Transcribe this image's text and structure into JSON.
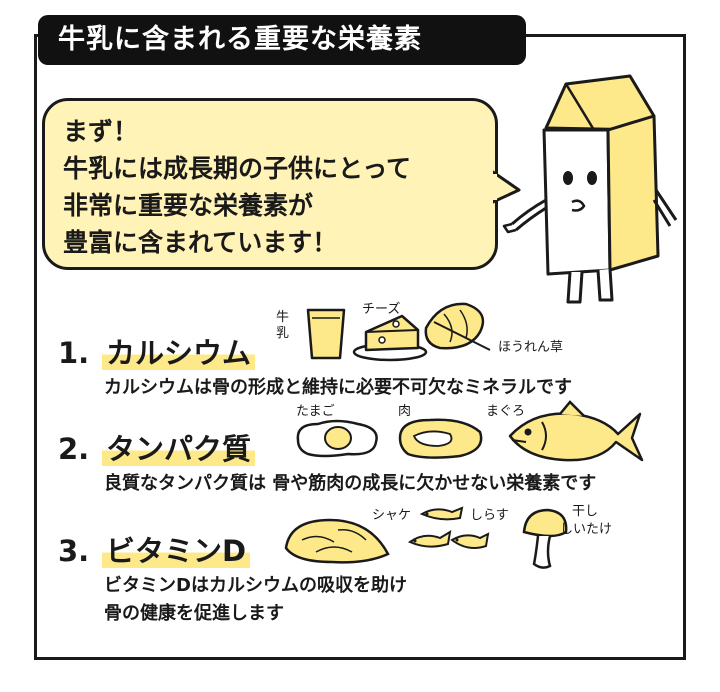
{
  "title": "牛乳に含まれる重要な栄養素",
  "bubble": {
    "lines": [
      "まず！",
      "牛乳には成長期の子供にとって",
      "非常に重要な栄養素が",
      "豊富に含まれています！"
    ]
  },
  "items": [
    {
      "number": "1.",
      "name": "カルシウム",
      "description": [
        "カルシウムは骨の形成と維持に必要不可欠なミネラルです"
      ],
      "foods": [
        "牛乳",
        "チーズ",
        "ほうれん草"
      ]
    },
    {
      "number": "2.",
      "name": "タンパク質",
      "description": [
        "良質なタンパク質は 骨や筋肉の成長に欠かせない栄養素です"
      ],
      "foods": [
        "たまご",
        "肉",
        "まぐろ"
      ]
    },
    {
      "number": "3.",
      "name": "ビタミンD",
      "description": [
        "ビタミンDはカルシウムの吸収を助け",
        "骨の健康を促進します"
      ],
      "foods": [
        "シャケ",
        "しらす",
        "干し",
        "しいたけ"
      ]
    }
  ],
  "colors": {
    "highlight": "#fde88a",
    "bubble": "#fff3b8",
    "ink": "#1a1a1a"
  },
  "icons": [
    "milk-carton-character",
    "milk-glass-icon",
    "cheese-icon",
    "spinach-icon",
    "egg-icon",
    "meat-icon",
    "tuna-icon",
    "salmon-icon",
    "whitebait-icon",
    "shiitake-icon"
  ]
}
